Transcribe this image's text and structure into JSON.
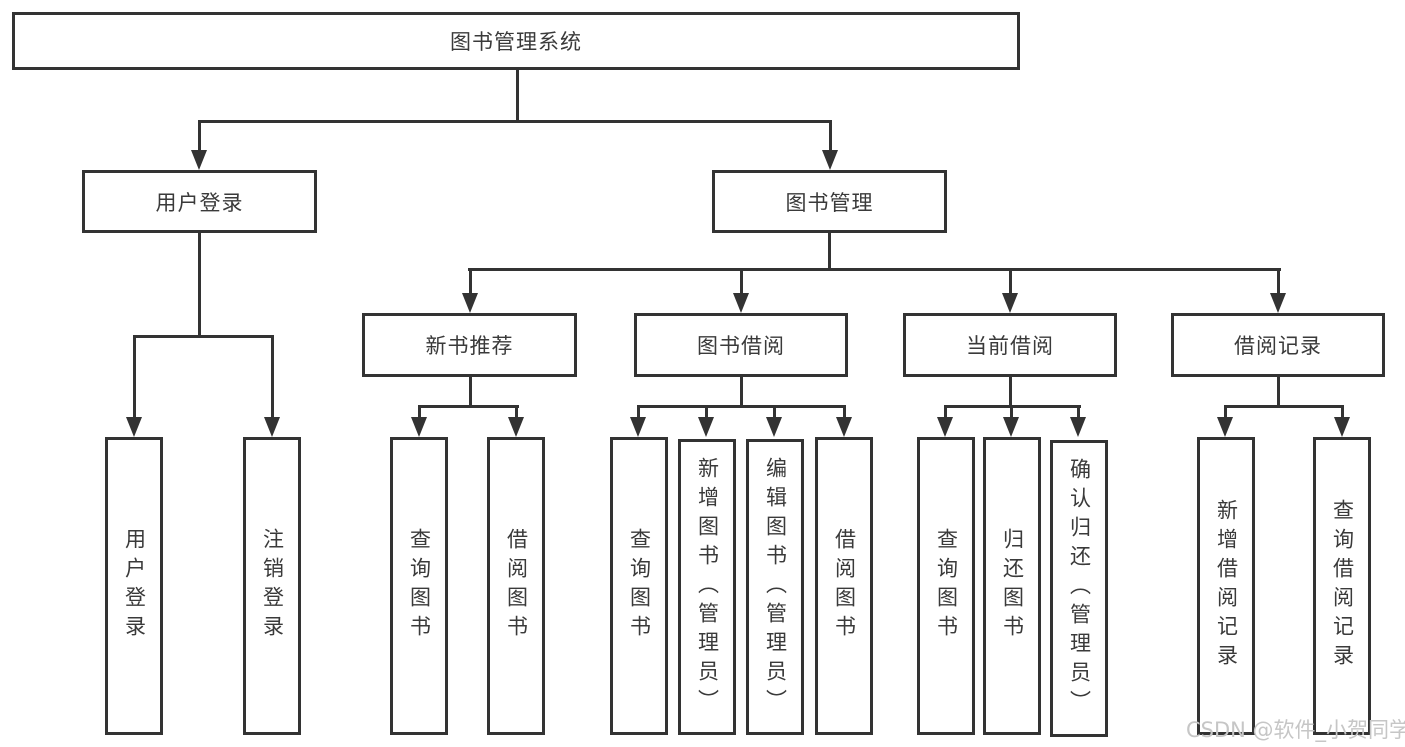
{
  "diagram_title": "图书管理系统",
  "nodes": {
    "root": "图书管理系统",
    "user_login": "用户登录",
    "book_management": "图书管理",
    "new_book_recommend": "新书推荐",
    "book_borrowing": "图书借阅",
    "current_borrowing": "当前借阅",
    "borrowing_records": "借阅记录",
    "leaf_user_login": "用户登录",
    "leaf_logout": "注销登录",
    "leaf_query_books_1": "查询图书",
    "leaf_borrow_books_1": "借阅图书",
    "leaf_query_books_2": "查询图书",
    "leaf_add_book_admin": "新增图书（管理员）",
    "leaf_edit_book_admin": "编辑图书（管理员）",
    "leaf_borrow_books_2": "借阅图书",
    "leaf_query_books_3": "查询图书",
    "leaf_return_books": "归还图书",
    "leaf_confirm_return_admin": "确认归还（管理员）",
    "leaf_add_borrow_record": "新增借阅记录",
    "leaf_query_borrow_record": "查询借阅记录"
  },
  "hierarchy": {
    "图书管理系统": {
      "用户登录": [
        "用户登录",
        "注销登录"
      ],
      "图书管理": {
        "新书推荐": [
          "查询图书",
          "借阅图书"
        ],
        "图书借阅": [
          "查询图书",
          "新增图书（管理员）",
          "编辑图书（管理员）",
          "借阅图书"
        ],
        "当前借阅": [
          "查询图书",
          "归还图书",
          "确认归还（管理员）"
        ],
        "借阅记录": [
          "新增借阅记录",
          "查询借阅记录"
        ]
      }
    }
  },
  "watermark": "CSDN @软件_小贺同学",
  "colors": {
    "line": "#333333",
    "text": "#3a3a3a",
    "background": "#ffffff",
    "watermark": "#c6c6c6"
  }
}
